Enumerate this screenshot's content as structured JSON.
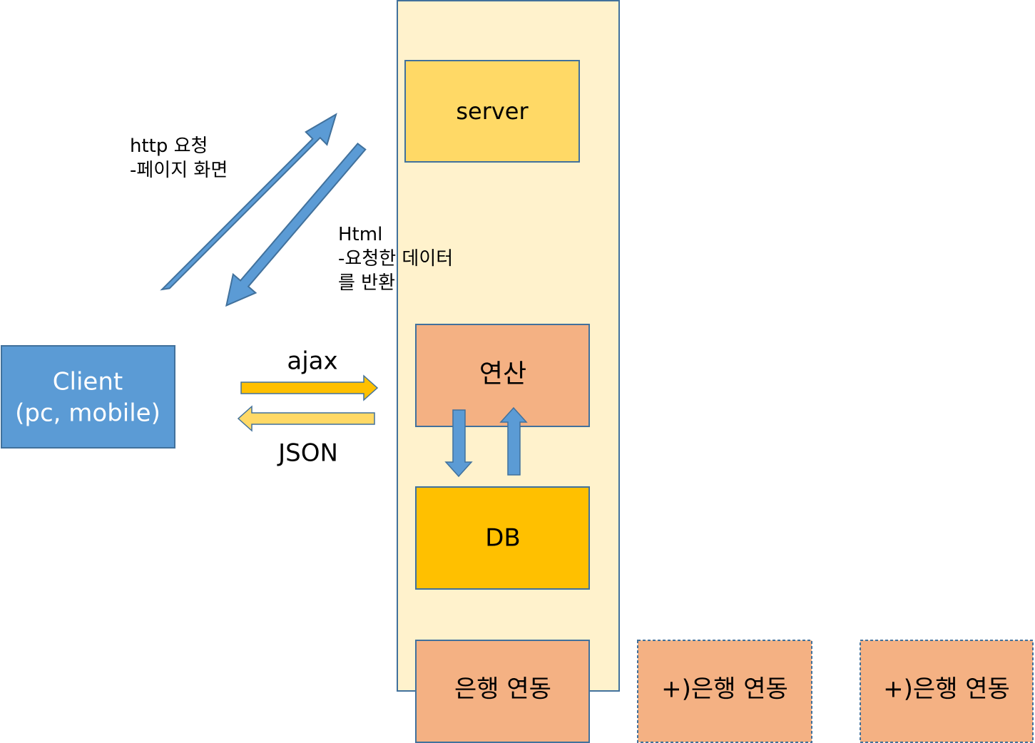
{
  "colors": {
    "server_panel_fill": "#fff2cc",
    "panel_stroke": "#41719c",
    "server_fill": "#ffd966",
    "compute_fill": "#f4b183",
    "db_fill": "#ffc000",
    "client_fill": "#5b9bd5",
    "arrow_blue": "#5b9bd5",
    "arrow_orange": "#ffc000",
    "arrow_yellow": "#ffd966"
  },
  "nodes": {
    "server": "server",
    "compute": "연산",
    "db": "DB",
    "bank": "은행 연동",
    "bank_extra_1": "+)은행 연동",
    "bank_extra_2": "+)은행 연동",
    "client_line1": "Client",
    "client_line2": "(pc, mobile)"
  },
  "edges": {
    "http_request": {
      "line1": "http 요청",
      "line2": "-페이지 화면"
    },
    "html_response": {
      "line1": "Html",
      "line2": "-요청한 데이터",
      "line3": "를 반환"
    },
    "ajax": "ajax",
    "json": "JSON"
  }
}
